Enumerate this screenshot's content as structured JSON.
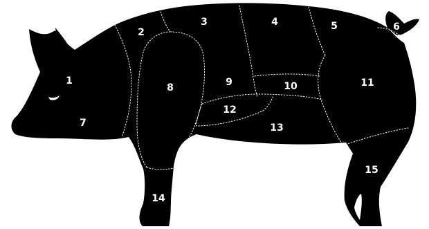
{
  "diagram": {
    "colors": {
      "background": "#ffffff",
      "silhouette": "#000000",
      "lines": "#ffffff",
      "labels": "#ffffff"
    },
    "cuts": [
      {
        "id": "cut-1",
        "label": "1"
      },
      {
        "id": "cut-2",
        "label": "2"
      },
      {
        "id": "cut-3",
        "label": "3"
      },
      {
        "id": "cut-4",
        "label": "4"
      },
      {
        "id": "cut-5",
        "label": "5"
      },
      {
        "id": "cut-6",
        "label": "6"
      },
      {
        "id": "cut-7",
        "label": "7"
      },
      {
        "id": "cut-8",
        "label": "8"
      },
      {
        "id": "cut-9",
        "label": "9"
      },
      {
        "id": "cut-10",
        "label": "10"
      },
      {
        "id": "cut-11",
        "label": "11"
      },
      {
        "id": "cut-12",
        "label": "12"
      },
      {
        "id": "cut-13",
        "label": "13"
      },
      {
        "id": "cut-14",
        "label": "14"
      },
      {
        "id": "cut-15",
        "label": "15"
      }
    ]
  }
}
